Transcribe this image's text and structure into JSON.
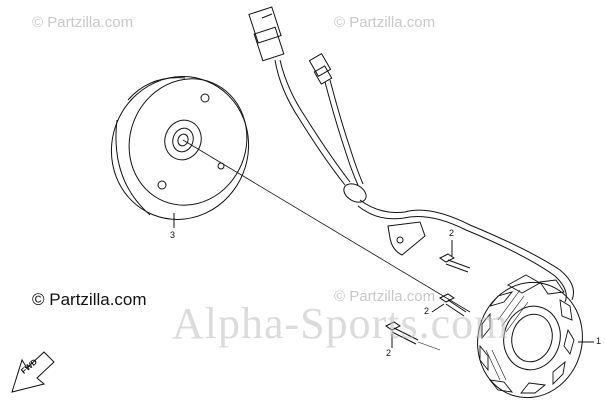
{
  "watermarks": {
    "top_left": "© Partzilla.com",
    "top_right": "© Partzilla.com",
    "mid_right": "© Partzilla.com",
    "copyright": "© Partzilla.com",
    "alpha_sports": "Alpha-Sports.com"
  },
  "labels": {
    "flywheel": "3",
    "stator": "1",
    "bolt_upper": "2",
    "bolt_middle": "2",
    "bolt_lower": "2"
  },
  "arrow_text": "FWD"
}
